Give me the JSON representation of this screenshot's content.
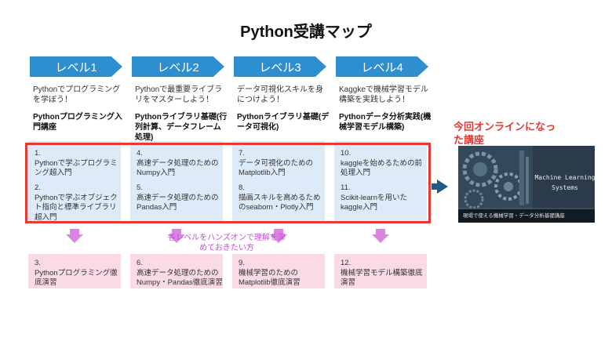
{
  "title": "Python受講マップ",
  "columns": [
    {
      "level": "レベル1",
      "desc": "Pythonでプログラミングを学ぼう！",
      "course": "Pythonプログラミング入門講座",
      "lessons": [
        {
          "num": "1.",
          "text": "Pythonで学ぶプログラミング超入門"
        },
        {
          "num": "2.",
          "text": "Pythonで学ぶオブジェクト指向と標準ライブラリ超入門"
        }
      ],
      "practice": {
        "num": "3.",
        "text": "Pythonプログラミング徹底演習"
      }
    },
    {
      "level": "レベル2",
      "desc": "Pythonで最重要ライブラリをマスターしよう！",
      "course": "Pythonライブラリ基礎(行列計算、データフレーム処理)",
      "lessons": [
        {
          "num": "4.",
          "text": "高速データ処理のためのNumpy入門"
        },
        {
          "num": "5.",
          "text": "高速データ処理のためのPandas入門"
        }
      ],
      "practice": {
        "num": "6.",
        "text": "高速データ処理のためのNumpy・Pandas徹底演習"
      }
    },
    {
      "level": "レベル3",
      "desc": "データ可視化スキルを身につけよう！",
      "course": "Pythonライブラリ基礎(データ可視化)",
      "lessons": [
        {
          "num": "7.",
          "text": "データ可視化のためのMatplotlib入門"
        },
        {
          "num": "8.",
          "text": "描画スキルを高めるためのseaborn・Plotly入門"
        }
      ],
      "practice": {
        "num": "9.",
        "text": "機械学習のためのMatplotlib徹底演習"
      }
    },
    {
      "level": "レベル4",
      "desc": "Kaggkeで機械学習モデル構築を実践しよう！",
      "course": "Pythonデータ分析実践(機械学習モデル構築)",
      "lessons": [
        {
          "num": "10.",
          "text": "kaggleを始めるための前処理入門"
        },
        {
          "num": "11.",
          "text": "Scikit-learnを用いたkaggle入門"
        }
      ],
      "practice": {
        "num": "12.",
        "text": "機械学習モデル構築徹底演習"
      }
    }
  ],
  "handson_note": "各レベルをハンズオンで理解を深めておきたい方",
  "online": {
    "label": "今回オンラインになった講座",
    "banner_title": "Machine Learning Systems",
    "banner_caption": "現場で使える機械学習・データ分析基礎講座"
  },
  "colors": {
    "level_bar": "#2e8fd0",
    "lesson_bg": "#dcebf7",
    "practice_bg": "#fbdbe3",
    "highlight": "#e53935",
    "arrow_pink": "#d986e0"
  }
}
